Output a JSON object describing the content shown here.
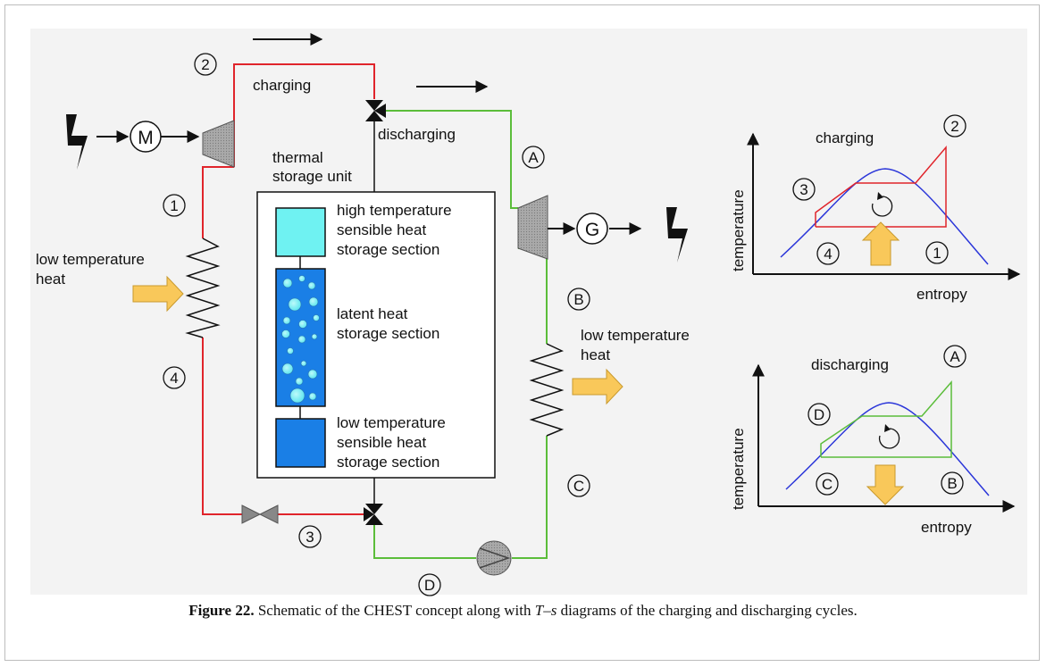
{
  "circuit": {
    "labels": {
      "charging": "charging",
      "discharging": "discharging",
      "thermal_storage_line1": "thermal",
      "thermal_storage_line2": "storage unit",
      "low_temp_heat_in_line1": "low temperature",
      "low_temp_heat_in_line2": "heat",
      "low_temp_heat_out_line1": "low temperature",
      "low_temp_heat_out_line2": "heat",
      "motor": "M",
      "generator": "G"
    },
    "state_points": {
      "charging": [
        "1",
        "2",
        "3",
        "4"
      ],
      "discharging": [
        "A",
        "B",
        "C",
        "D"
      ]
    },
    "storage_sections": [
      {
        "line1": "high temperature",
        "line2": "sensible heat",
        "line3": "storage section"
      },
      {
        "line1": "latent heat",
        "line2": "storage section"
      },
      {
        "line1": "low temperature",
        "line2": "sensible heat",
        "line3": "storage section"
      }
    ]
  },
  "ts_diagrams": [
    {
      "title": "charging",
      "xlabel": "entropy",
      "ylabel": "temperature",
      "points": [
        "1",
        "2",
        "3",
        "4"
      ]
    },
    {
      "title": "discharging",
      "xlabel": "entropy",
      "ylabel": "temperature",
      "points": [
        "A",
        "B",
        "C",
        "D"
      ]
    }
  ],
  "caption": {
    "label": "Figure 22.",
    "text_before": " Schematic of the CHEST concept along with ",
    "t": "T",
    "dash": "–",
    "s": "s",
    "text_after": " diagrams of the charging and discharging cycles."
  },
  "colors": {
    "charging_line": "#e0242b",
    "discharging_line": "#5bbd3a",
    "dome": "#2b36d9",
    "high_temp_section": "#6ff2f2",
    "storage_blue": "#1a7fe6",
    "heat_arrow": "#f9c85a",
    "background_panel": "#f4f4f4"
  }
}
